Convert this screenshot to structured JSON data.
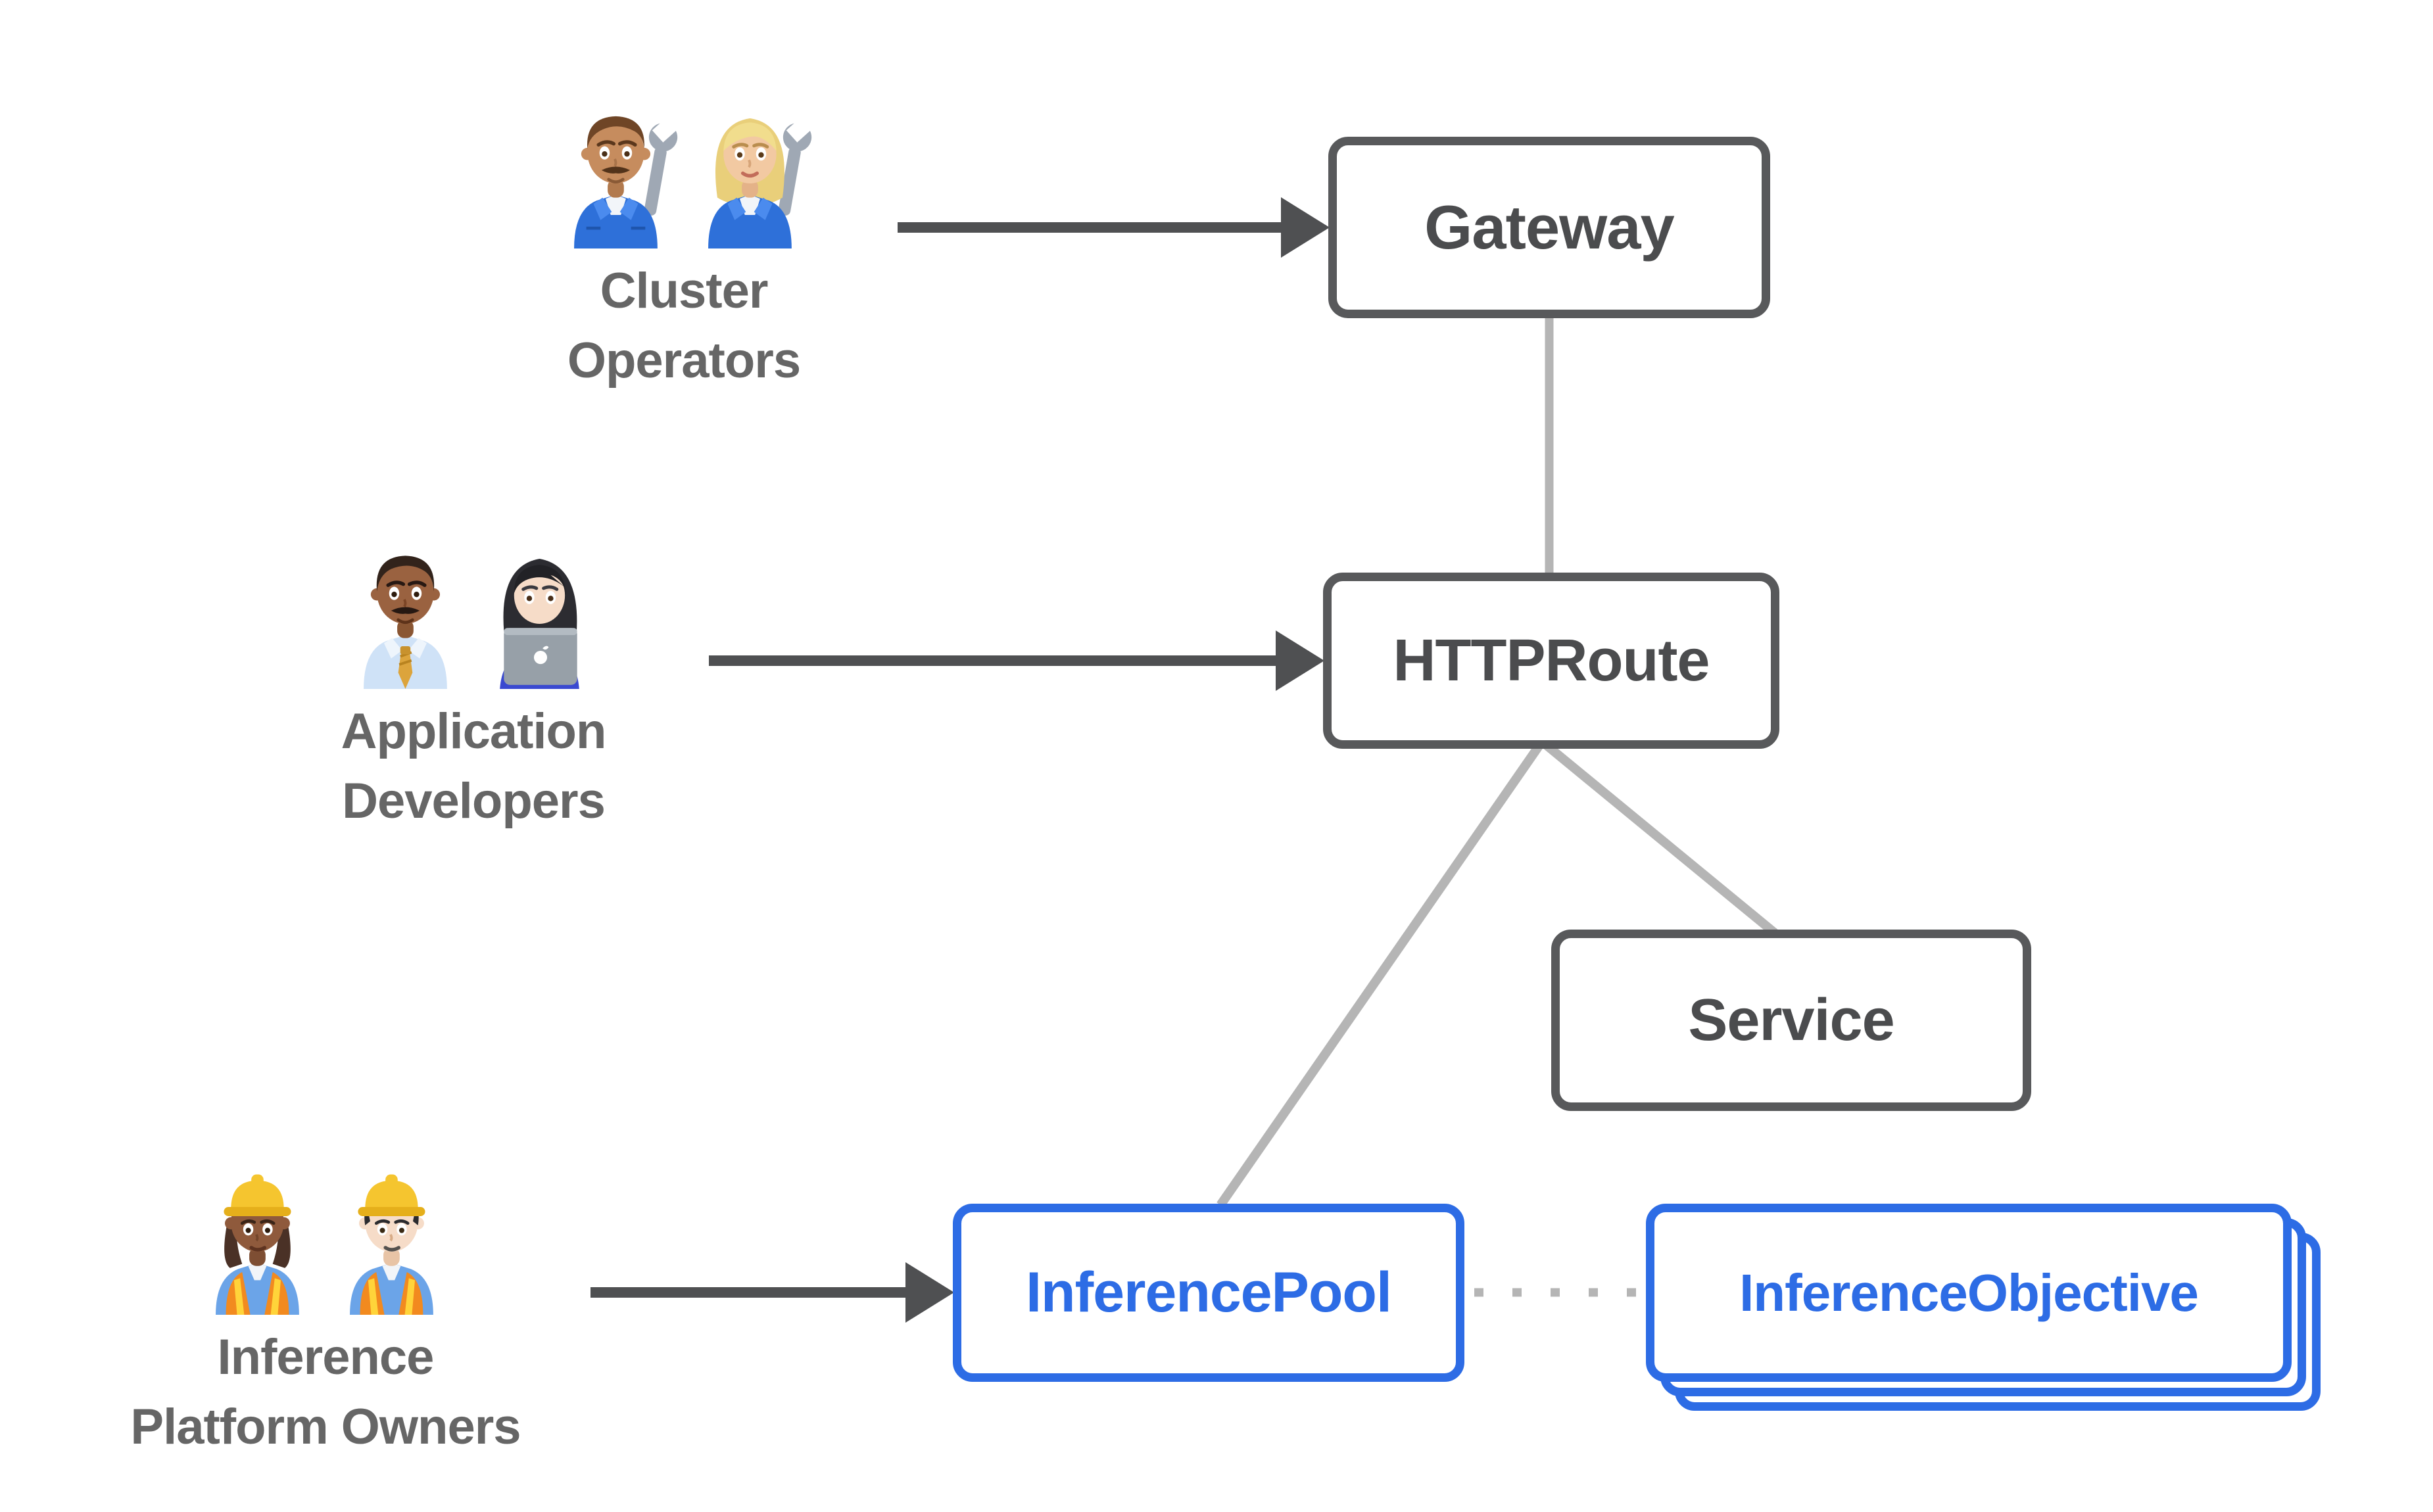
{
  "diagram": {
    "background": "#ffffff",
    "colors": {
      "node_border_gray": "#58595b",
      "node_text_gray": "#4b4c4e",
      "actor_label_gray": "#666666",
      "connector_gray": "#b5b5b5",
      "arrow_dark_gray": "#4f5052",
      "accent_blue": "#2d6ce5"
    },
    "nodes": {
      "gateway": {
        "label": "Gateway"
      },
      "httproute": {
        "label": "HTTPRoute"
      },
      "service": {
        "label": "Service"
      },
      "inference_pool": {
        "label": "InferencePool"
      },
      "inference_objective": {
        "label": "InferenceObjective",
        "stacked_copies": 3
      }
    },
    "actors": {
      "cluster_operators": {
        "line1": "Cluster",
        "line2": "Operators",
        "emojis": [
          "man-mechanic",
          "woman-mechanic"
        ]
      },
      "application_developers": {
        "line1": "Application",
        "line2": "Developers",
        "emojis": [
          "man-office-worker",
          "woman-technologist"
        ]
      },
      "inference_platform_owners": {
        "line1": "Inference",
        "line2": "Platform Owners",
        "emojis": [
          "woman-construction-worker",
          "man-construction-worker"
        ]
      }
    },
    "edges": [
      {
        "from": "cluster-operators",
        "to": "gateway",
        "style": "solid-arrow"
      },
      {
        "from": "application-developers",
        "to": "httproute",
        "style": "solid-arrow"
      },
      {
        "from": "inference-platform-owners",
        "to": "inference-pool",
        "style": "solid-arrow"
      },
      {
        "from": "gateway",
        "to": "httproute",
        "style": "plain-line"
      },
      {
        "from": "httproute",
        "to": "inference-pool",
        "style": "plain-line"
      },
      {
        "from": "httproute",
        "to": "service",
        "style": "plain-line"
      },
      {
        "from": "inference-pool",
        "to": "inference-objective",
        "style": "dotted-line"
      }
    ]
  }
}
